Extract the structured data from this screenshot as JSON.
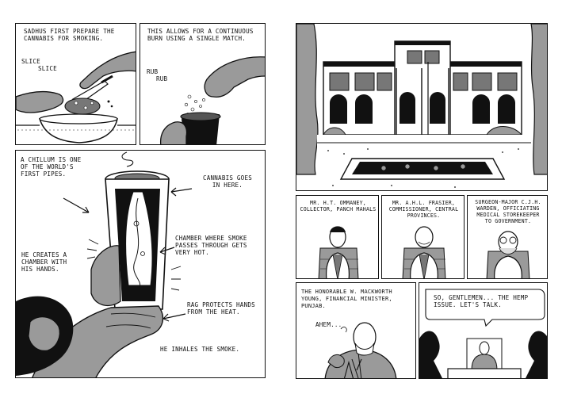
{
  "left_page": {
    "panel1": {
      "caption": "SADHUS FIRST PREPARE THE\nCANNABIS FOR SMOKING.",
      "sfx_1": "SLICE",
      "sfx_2": "SLICE"
    },
    "panel2": {
      "caption": "THIS ALLOWS FOR A CONTINUOUS\nBURN USING A SINGLE MATCH.",
      "sfx_1": "RUB",
      "sfx_2": "RUB"
    },
    "panel3": {
      "intro": "A CHILLUM IS ONE\nOF THE WORLD'S\nFIRST PIPES.",
      "label_cannabis": "CANNABIS GOES\nIN HERE.",
      "label_chamber": "HE CREATES A\nCHAMBER WITH\nHIS HANDS.",
      "label_smoke": "CHAMBER WHERE SMOKE\nPASSES THROUGH GETS\nVERY HOT.",
      "label_rag": "RAG PROTECTS HANDS\nFROM THE HEAT.",
      "label_inhale": "HE INHALES THE SMOKE."
    }
  },
  "right_page": {
    "officials": [
      {
        "caption": "MR. H.T. OMMANEY,\nCOLLECTOR, PANCH MAHALS"
      },
      {
        "caption": "MR. A.H.L. FRASIER,\nCOMMISSIONER, CENTRAL\nPROVINCES."
      },
      {
        "caption": "SURGEON-MAJOR C.J.H.\nWARDEN, OFFICIATING\nMEDICAL STOREKEEPER\nTO GOVERNMENT."
      }
    ],
    "panel_young": {
      "caption": "THE HONORABLE  W. MACKWORTH\nYOUNG, FINANCIAL MINISTER, PUNJAB.",
      "speech": "AHEM..."
    },
    "panel_meeting": {
      "speech": "SO, GENTLEMEN... THE HEMP\nISSUE.  LET'S TALK."
    }
  }
}
